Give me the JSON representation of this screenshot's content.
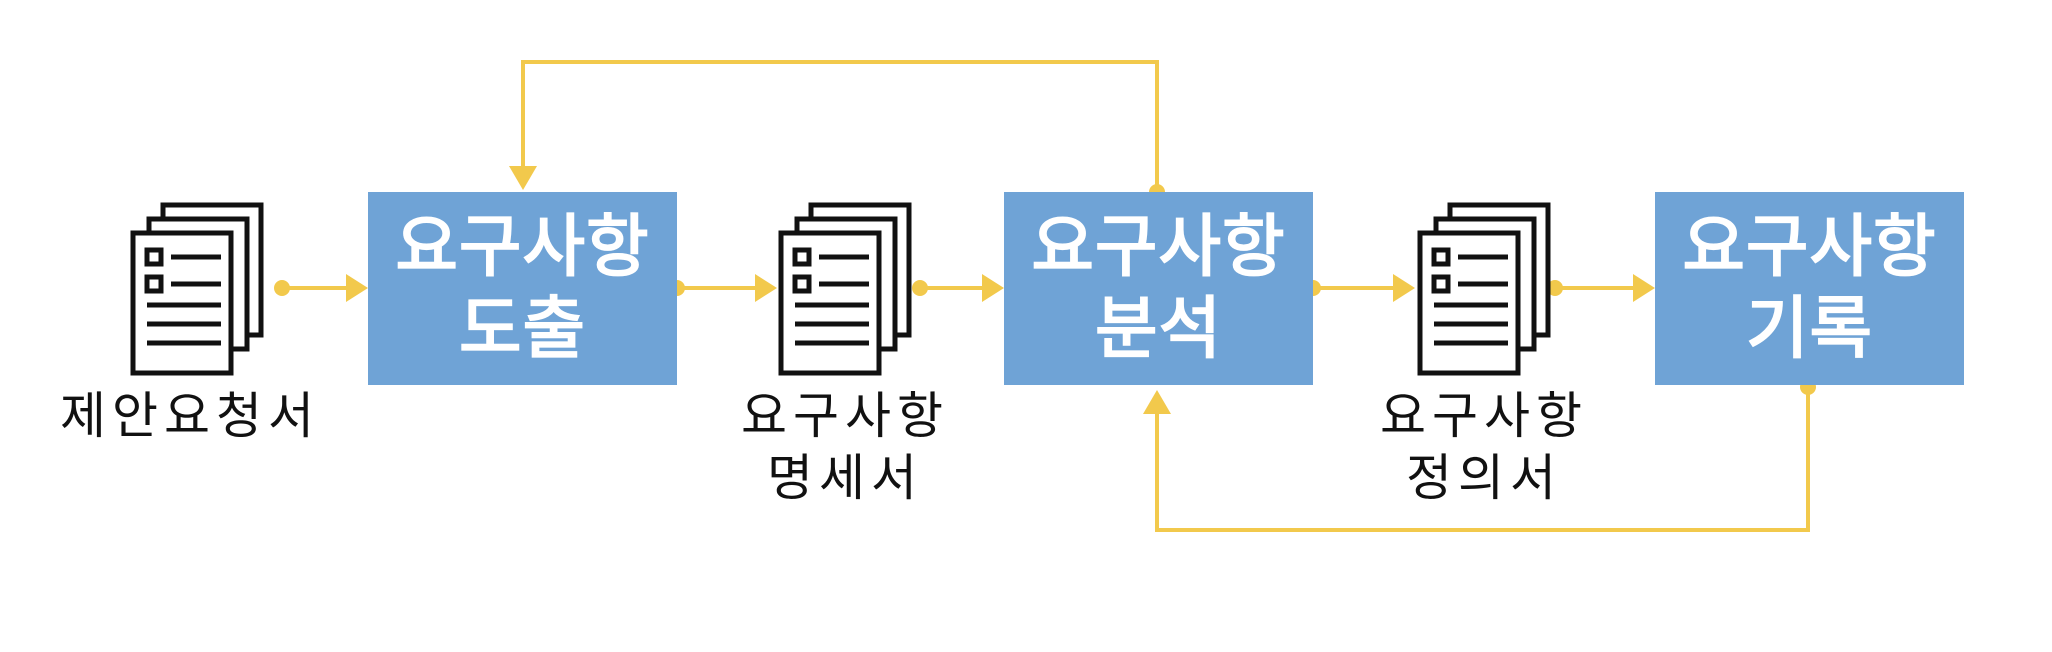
{
  "diagram": {
    "inputs": {
      "proposal": "제안요청서"
    },
    "processes": [
      {
        "line1": "요구사항",
        "line2": "도출"
      },
      {
        "line1": "요구사항",
        "line2": "분석"
      },
      {
        "line1": "요구사항",
        "line2": "기록"
      }
    ],
    "documents": [
      {
        "line1": "요구사항",
        "line2": "명세서"
      },
      {
        "line1": "요구사항",
        "line2": "정의서"
      }
    ],
    "colors": {
      "process_fill": "#6fa3d6",
      "process_text": "#ffffff",
      "arrow": "#f2c94c",
      "document_stroke": "#111111"
    }
  }
}
